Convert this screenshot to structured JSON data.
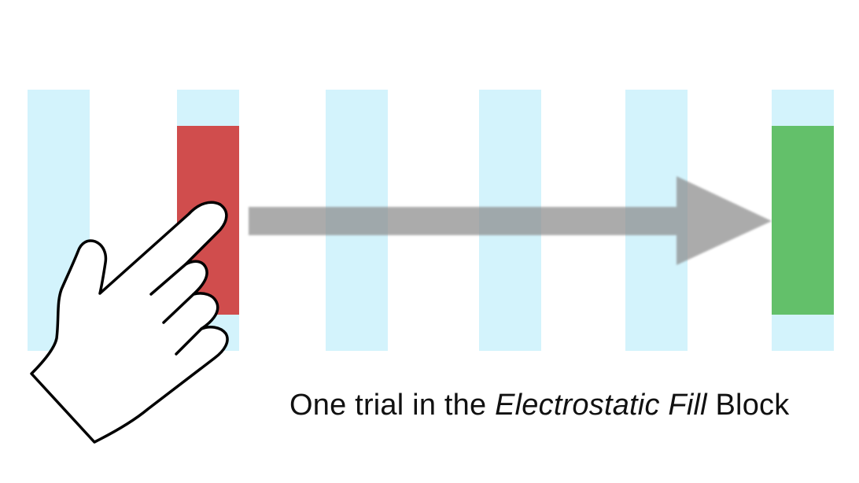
{
  "caption": {
    "prefix": "One trial in the ",
    "emphasis": "Electrostatic Fill",
    "suffix": " Block"
  },
  "colors": {
    "lane": "#d3f3fc",
    "start_target": "#d04d4d",
    "end_target": "#63c06a",
    "arrow": "#8c8c8c",
    "hand_fill": "#ffffff",
    "hand_stroke": "#000000"
  },
  "icons": [
    "pointing-hand-icon",
    "arrow-right-icon"
  ],
  "lanes": [
    {
      "id": 1,
      "state": "empty"
    },
    {
      "id": 2,
      "state": "start"
    },
    {
      "id": 3,
      "state": "empty"
    },
    {
      "id": 4,
      "state": "empty"
    },
    {
      "id": 5,
      "state": "empty"
    },
    {
      "id": 6,
      "state": "end"
    }
  ]
}
